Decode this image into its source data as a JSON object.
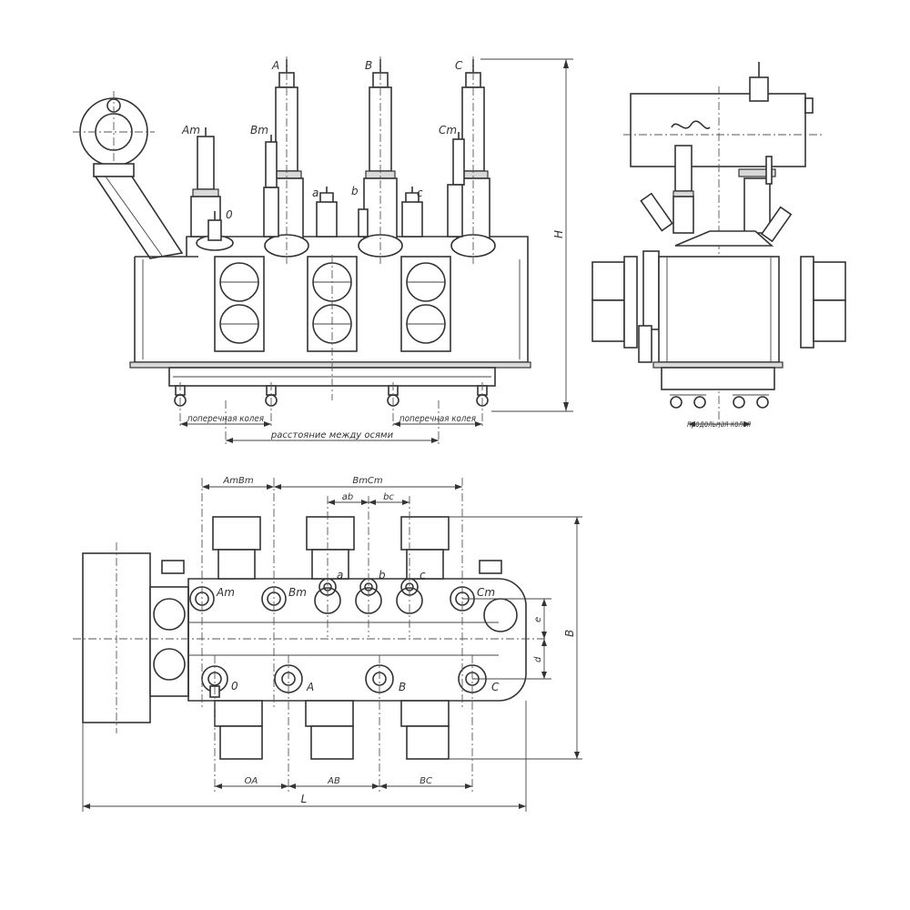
{
  "colors": {
    "line": "#333333",
    "background": "#ffffff",
    "fill": "#d9d9d9"
  },
  "front_view": {
    "bushing_labels": {
      "A": "A",
      "B": "B",
      "C": "C",
      "Am": "Am",
      "Bm": "Bm",
      "Cm": "Cm",
      "a": "a",
      "b": "b",
      "c": "c",
      "neutral": "0"
    },
    "height_label": "H",
    "transverse_track_label": "поперечная колея",
    "axle_distance_label": "расстояние между осями"
  },
  "side_view": {
    "longitudinal_track_label": "продольная колея"
  },
  "plan_view": {
    "terminal_labels": {
      "Am": "Am",
      "Bm": "Bm",
      "Cm": "Cm",
      "a": "a",
      "b": "b",
      "c": "c",
      "neutral": "0",
      "A": "A",
      "B": "B",
      "C": "C"
    },
    "dimension_labels": {
      "AmBm": "AmBm",
      "BmCm": "BmCm",
      "ab": "ab",
      "bc": "bc",
      "OA": "OA",
      "AB": "AB",
      "BC": "BC",
      "L": "L",
      "B": "B",
      "e": "e",
      "d": "d"
    }
  }
}
